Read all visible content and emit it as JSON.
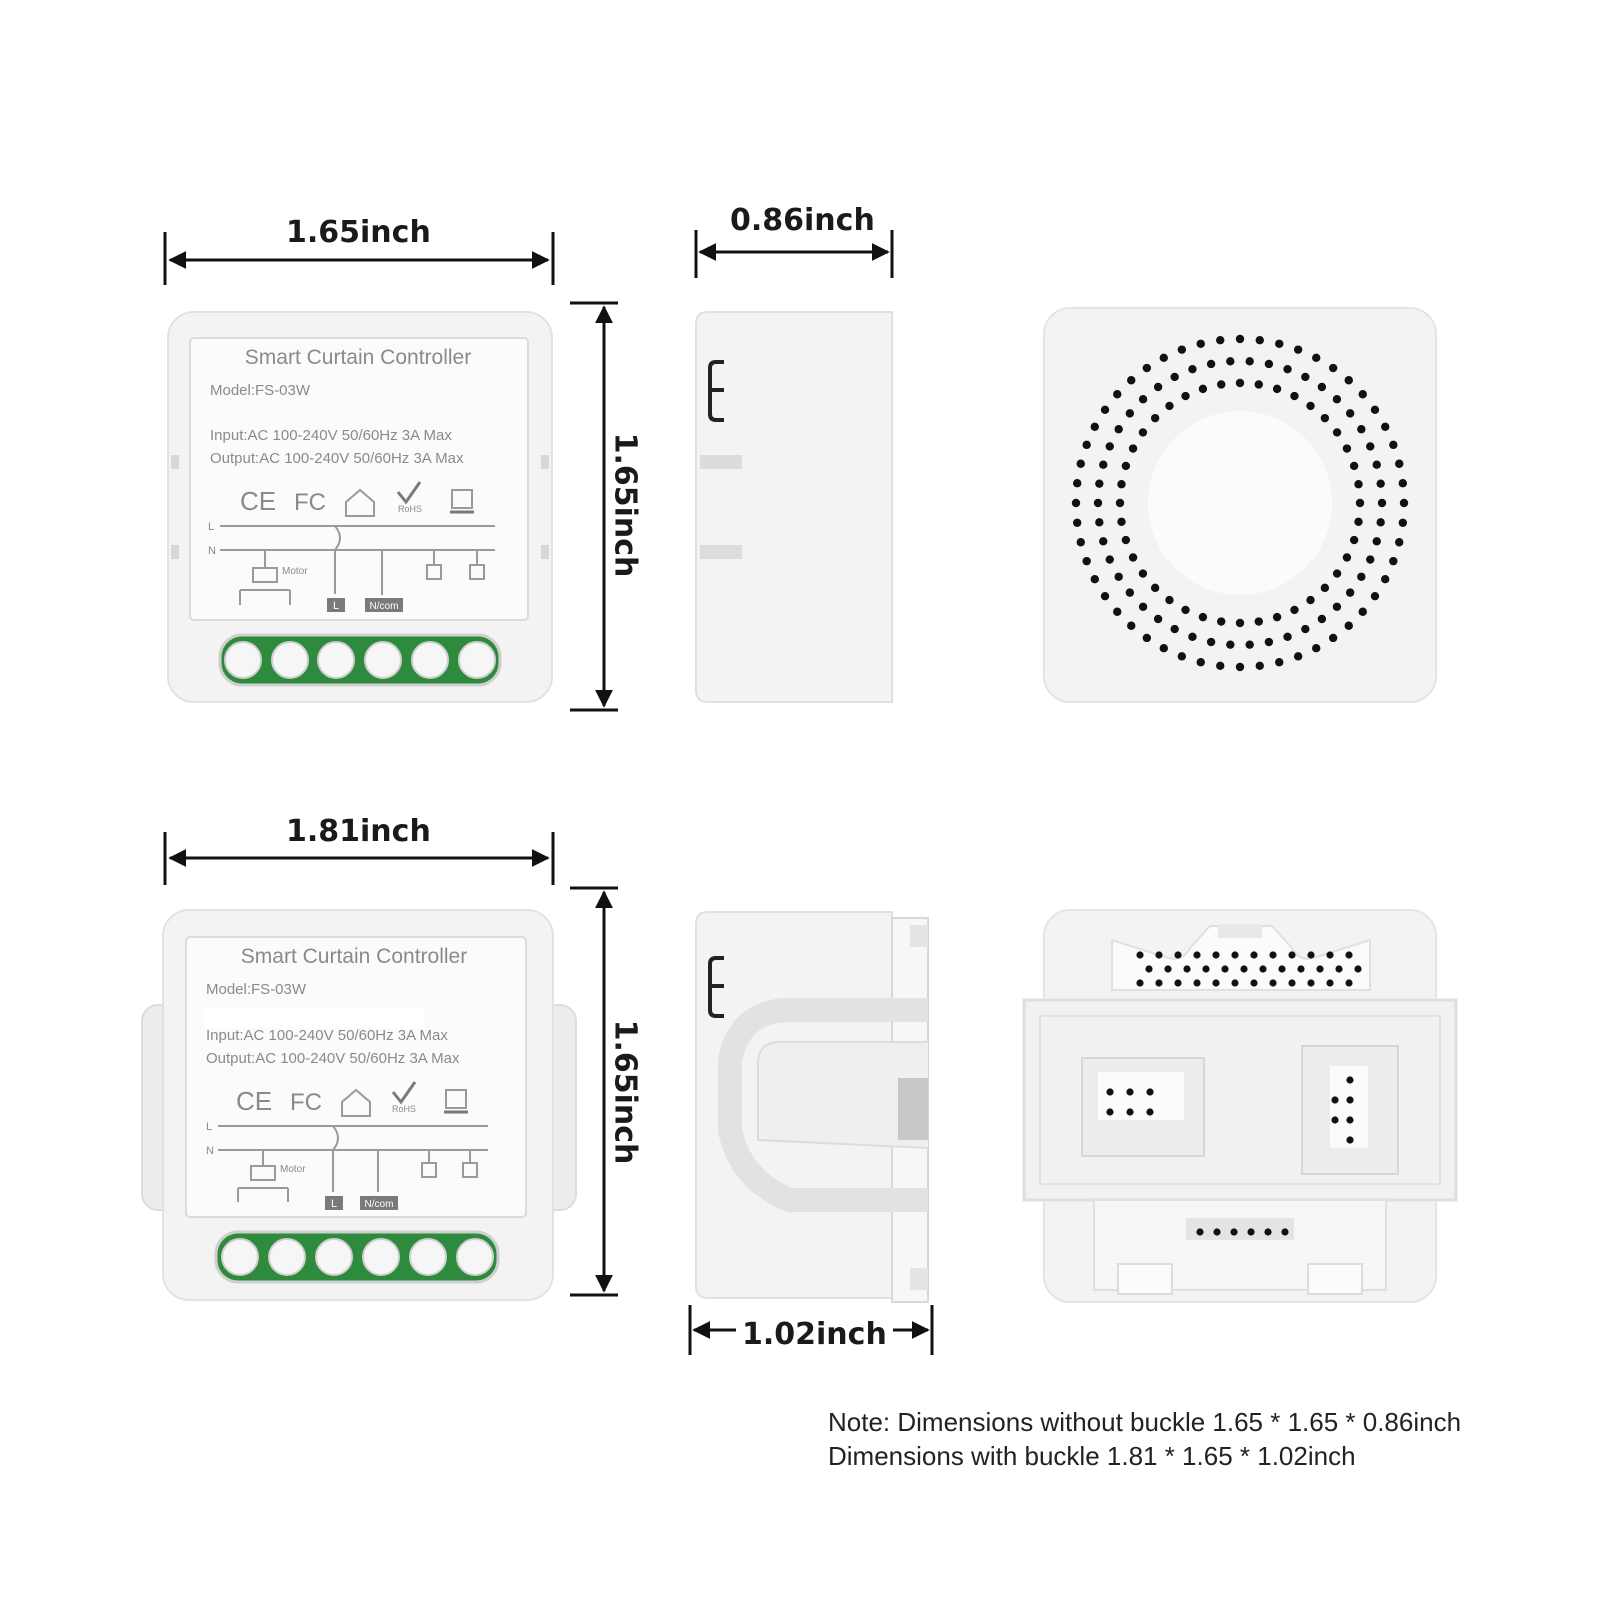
{
  "dimensions": {
    "top_width": "1.65inch",
    "top_depth": "0.86inch",
    "top_height": "1.65inch",
    "bottom_width": "1.81inch",
    "bottom_height": "1.65inch",
    "bottom_depth": "1.02inch"
  },
  "label": {
    "title": "Smart Curtain Controller",
    "model": "Model:FS-03W",
    "input": "Input:AC 100-240V 50/60Hz 3A Max",
    "output": "Output:AC 100-240V 50/60Hz 3A Max",
    "line_l": "L",
    "line_n": "N",
    "motor": "Motor",
    "terminal_l": "L",
    "terminal_ncom": "N/com",
    "cert_ce": "CE",
    "cert_fc": "FC",
    "cert_rohs": "RoHS"
  },
  "note": {
    "line1": "Note: Dimensions without buckle 1.65 * 1.65 * 0.86inch",
    "line2": "Dimensions with buckle 1.81 * 1.65 * 1.02inch"
  },
  "colors": {
    "terminal_green": "#2e8b3e",
    "body": "#f4f4f4",
    "line": "#111111"
  }
}
